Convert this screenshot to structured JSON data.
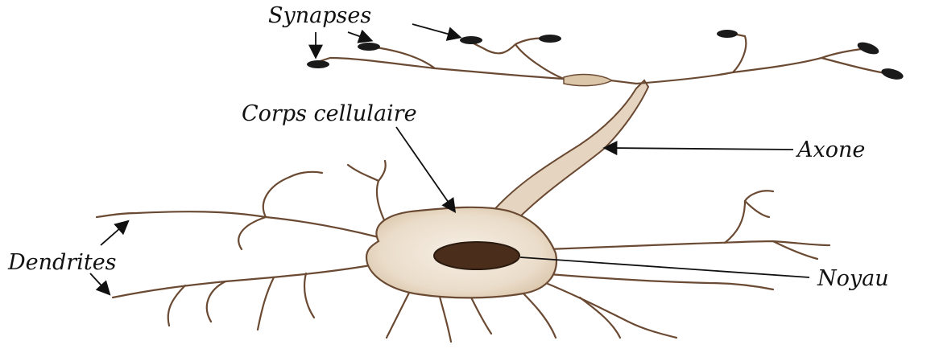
{
  "labels": {
    "synapses": "Synapses",
    "corps_cellulaire": "Corps cellulaire",
    "axone": "Axone",
    "dendrites": "Dendrites",
    "noyau": "Noyau"
  },
  "colors": {
    "cytoplasm": "#e9dccb",
    "membrane": "#6b4a33",
    "nucleus": "#4a2e1b",
    "synapse": "#1a1a1a",
    "background": "#ffffff"
  }
}
